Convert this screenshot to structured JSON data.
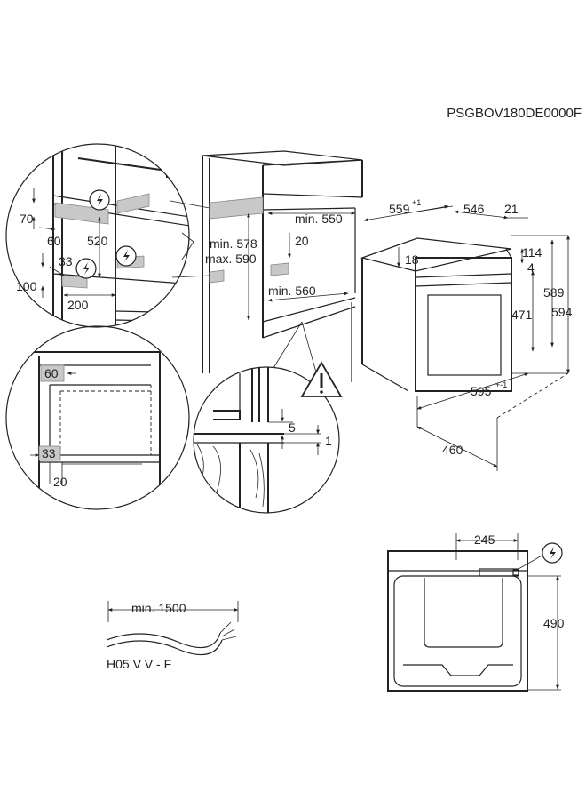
{
  "model_code": "PSGBOV180DE0000F",
  "colors": {
    "line": "#222222",
    "callout_fill": "#c8c8c8"
  },
  "detail_top_left": {
    "d70": "70",
    "d520": "520",
    "d60": "60",
    "d33": "33",
    "d100": "100",
    "d200": "200"
  },
  "cabinet": {
    "min_550": "min. 550",
    "d20": "20",
    "min_578": "min. 578",
    "max_590": "max. 590",
    "min_560": "min. 560"
  },
  "oven": {
    "d559": "559",
    "d559_tol": "+1",
    "d546": "546",
    "d21": "21",
    "d18": "18",
    "d114": "114",
    "d4": "4",
    "d471": "471",
    "d589": "589",
    "d594": "594",
    "d595": "595",
    "d595_tol": "+-1",
    "d460": "460"
  },
  "detail_bottom_left": {
    "d60": "60",
    "d33": "33",
    "d20": "20"
  },
  "detail_center": {
    "d5": "5",
    "d1": "1"
  },
  "cable": {
    "min_1500": "min. 1500",
    "type": "H05 V V - F"
  },
  "front": {
    "d245": "245",
    "d490": "490"
  }
}
